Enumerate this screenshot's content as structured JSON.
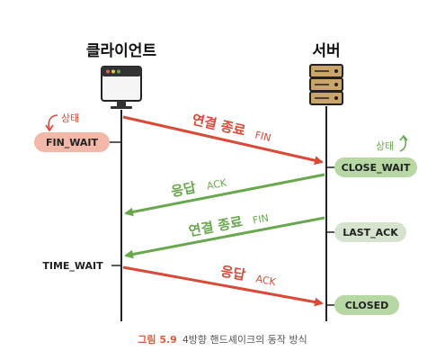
{
  "diagram": {
    "client_label": "클라이언트",
    "server_label": "서버",
    "client_state_hint": "상태",
    "server_state_hint": "상태",
    "client_states": [
      "FIN_WAIT",
      "TIME_WAIT"
    ],
    "server_states": [
      "CLOSE_WAIT",
      "LAST_ACK",
      "CLOSED"
    ],
    "messages": [
      {
        "label": "연결 종료",
        "tag": "FIN",
        "direction": "client-to-server",
        "color": "#d94a38"
      },
      {
        "label": "응답",
        "tag": "ACK",
        "direction": "server-to-client",
        "color": "#6aa84f"
      },
      {
        "label": "연결 종료",
        "tag": "FIN",
        "direction": "server-to-client",
        "color": "#6aa84f"
      },
      {
        "label": "응답",
        "tag": "ACK",
        "direction": "client-to-server",
        "color": "#d94a38"
      }
    ],
    "colors": {
      "client": "#d94a38",
      "client_pill": "#f4b8a8",
      "server": "#6aa84f",
      "server_pill": "#b7d8a4",
      "server_pill_neutral": "#d6e4cf",
      "line": "#222222"
    }
  },
  "caption": {
    "label": "그림 5.9",
    "text": "4방향 핸드셰이크의 동작 방식"
  }
}
